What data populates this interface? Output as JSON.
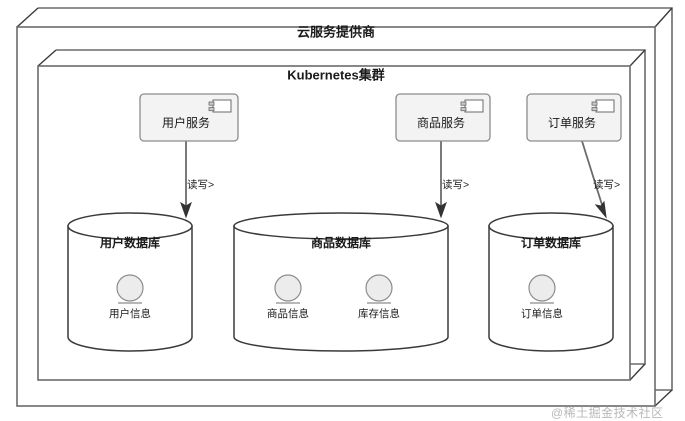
{
  "diagram": {
    "type": "uml-deployment-diagram",
    "watermark": "@稀土掘金技术社区",
    "outer_node": {
      "title": "云服务提供商",
      "shape": "3d-box"
    },
    "inner_node": {
      "title": "Kubernetes集群",
      "shape": "3d-box"
    },
    "components": [
      {
        "id": "user-service",
        "label": "用户服务",
        "icon": "uml-component-icon"
      },
      {
        "id": "product-service",
        "label": "商品服务",
        "icon": "uml-component-icon"
      },
      {
        "id": "order-service",
        "label": "订单服务",
        "icon": "uml-component-icon"
      }
    ],
    "databases": [
      {
        "id": "user-db",
        "title": "用户数据库",
        "entities": [
          {
            "id": "user-info",
            "label": "用户信息",
            "icon": "uml-entity-icon"
          }
        ]
      },
      {
        "id": "product-db",
        "title": "商品数据库",
        "entities": [
          {
            "id": "product-info",
            "label": "商品信息",
            "icon": "uml-entity-icon"
          },
          {
            "id": "stock-info",
            "label": "库存信息",
            "icon": "uml-entity-icon"
          }
        ]
      },
      {
        "id": "order-db",
        "title": "订单数据库",
        "entities": [
          {
            "id": "order-info",
            "label": "订单信息",
            "icon": "uml-entity-icon"
          }
        ]
      }
    ],
    "edges": [
      {
        "id": "user-edge",
        "from": "user-service",
        "to": "user-db",
        "label": "读写>"
      },
      {
        "id": "product-edge",
        "from": "product-service",
        "to": "product-db",
        "label": "读写>"
      },
      {
        "id": "order-edge",
        "from": "order-service",
        "to": "order-db",
        "label": "读写>"
      }
    ],
    "colors": {
      "stroke": "#6b6b6b",
      "node_fill": "#ffffff",
      "component_fill": "#f3f3f3",
      "entity_fill": "#ececec",
      "text": "#1a1a1a",
      "watermark": "#b9b9b9"
    }
  }
}
